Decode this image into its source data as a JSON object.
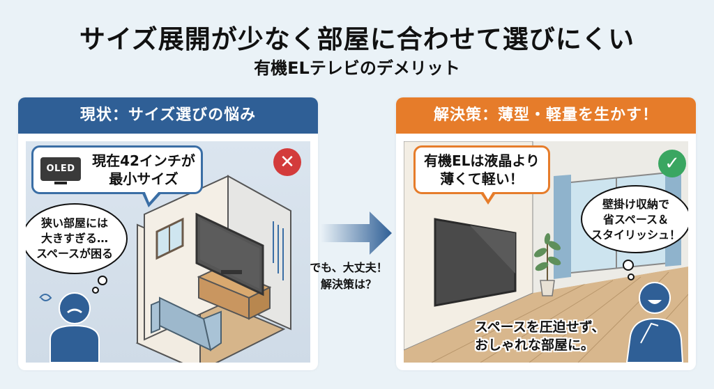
{
  "header": {
    "title": "サイズ展開が少なく部屋に合わせて選びにくい",
    "subtitle": "有機ELテレビのデメリット"
  },
  "left_panel": {
    "heading": "現状：サイズ選びの悩み",
    "status_icon": "x-mark-icon",
    "status_color": "#d33b3b",
    "header_color": "#2f5f96",
    "oled_label": "OLED",
    "speech_line1": "現在42インチが",
    "speech_line2": "最小サイズ",
    "thought_line1": "狭い部屋には",
    "thought_line2": "大きすぎる…",
    "thought_line3": "スペースが困る",
    "person": "worried-person-icon"
  },
  "transition": {
    "arrow": "right-arrow-icon",
    "line1": "でも、大丈夫！",
    "line2": "解決策は？"
  },
  "right_panel": {
    "heading": "解決策：薄型・軽量を生かす！",
    "status_icon": "check-mark-icon",
    "status_color": "#3aa661",
    "header_color": "#e67c2a",
    "speech_line1": "有機ELは液晶より",
    "speech_line2": "薄くて軽い！",
    "thought_line1": "壁掛け収納で",
    "thought_line2": "省スペース＆",
    "thought_line3": "スタイリッシュ！",
    "caption_line1": "スペースを圧迫せず、",
    "caption_line2": "おしゃれな部屋に。",
    "person": "happy-person-icon"
  }
}
